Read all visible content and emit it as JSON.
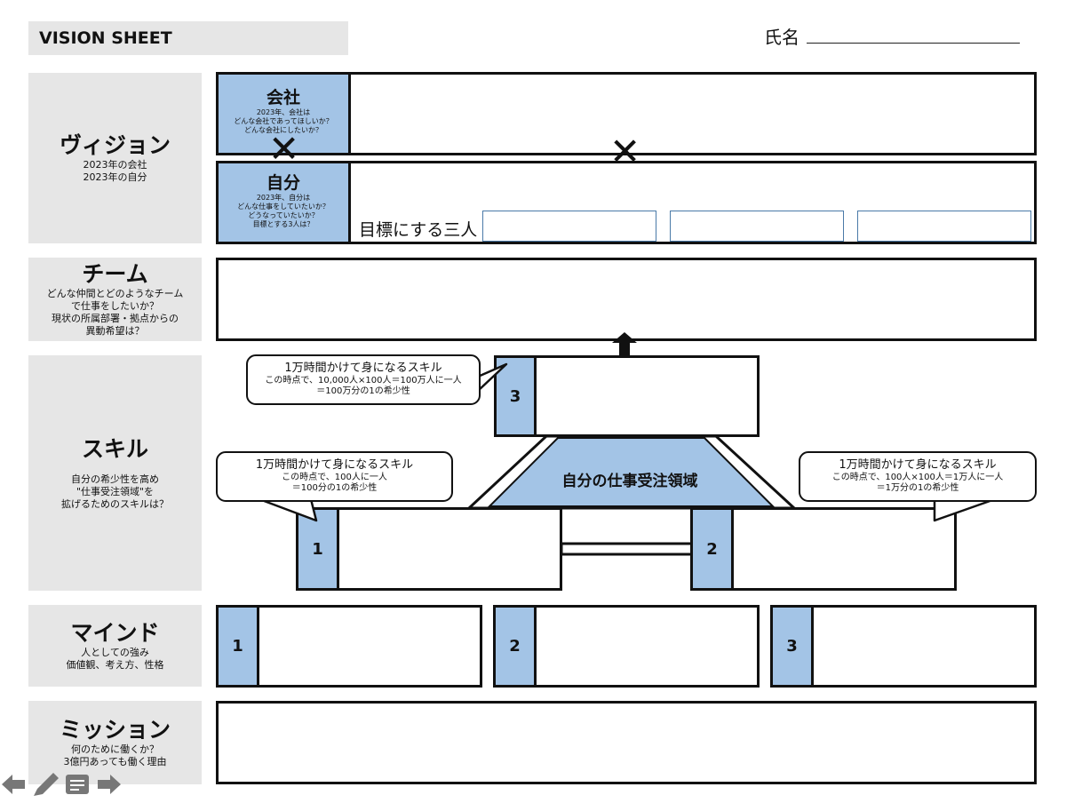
{
  "header": {
    "title": "VISION SHEET",
    "name_label": "氏名"
  },
  "vision": {
    "heading": "ヴィジョン",
    "sub": [
      "2023年の会社",
      "2023年の自分"
    ],
    "company": {
      "label": "会社",
      "desc": [
        "2023年、会社は",
        "どんな会社であってほしいか？",
        "どんな会社にしたいか？"
      ]
    },
    "self": {
      "label": "自分",
      "desc": [
        "2023年、自分は",
        "どんな仕事をしていたいか？",
        "どうなっていたいか？",
        "目標とする3人は？"
      ]
    },
    "cross_mark": "✕",
    "goal_label": "目標にする三人"
  },
  "team": {
    "heading": "チーム",
    "sub": [
      "どんな仲間とどのようなチーム",
      "で仕事をしたいか？",
      "現状の所属部署・拠点からの",
      "異動希望は？"
    ]
  },
  "skill": {
    "heading": "スキル",
    "sub": [
      "自分の希少性を高め",
      "\"仕事受注領域\"を",
      "拡げるためのスキルは？"
    ],
    "center_label": "自分の仕事受注領域",
    "numbers": [
      "1",
      "2",
      "3"
    ],
    "bubble3": {
      "title": "1万時間かけて身になるスキル",
      "desc": [
        "この時点で、10,000人×100人＝100万人に一人",
        "＝100万分の1の希少性"
      ]
    },
    "bubble1": {
      "title": "1万時間かけて身になるスキル",
      "desc": [
        "この時点で、100人に一人",
        "＝100分の1の希少性"
      ]
    },
    "bubble2": {
      "title": "1万時間かけて身になるスキル",
      "desc": [
        "この時点で、100人×100人＝1万人に一人",
        "＝1万分の1の希少性"
      ]
    }
  },
  "mind": {
    "heading": "マインド",
    "sub": [
      "人としての強み",
      "価値観、考え方、性格"
    ],
    "numbers": [
      "1",
      "2",
      "3"
    ]
  },
  "mission": {
    "heading": "ミッション",
    "sub": [
      "何のために働くか？",
      "3億円あっても働く理由"
    ]
  },
  "colors": {
    "accent_blue": "#a3c4e6",
    "section_gray": "#e6e6e6",
    "goal_border": "#4a7aa8"
  }
}
